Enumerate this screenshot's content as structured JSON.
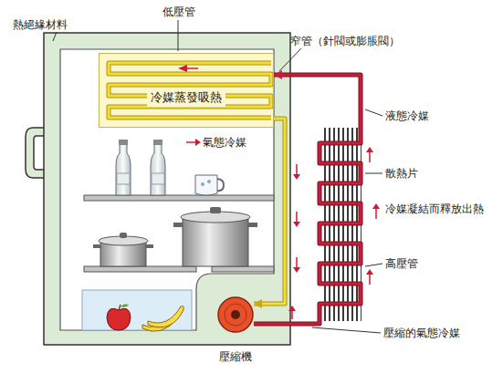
{
  "diagram": {
    "nodes": [
      {
        "text": [
          "冷媒蒸發吸熱"
        ]
      },
      {
        "text": [
          "壓縮機"
        ]
      }
    ],
    "edges": [
      {
        "from": 0,
        "to": 1,
        "arrow": "to"
      },
      {
        "from": 1,
        "to": 0,
        "arrow": "to"
      }
    ],
    "labels": [
      "熱絕緣材料",
      "低壓管",
      "窄管（針閥或膨脹閥）",
      "液態冷媒",
      "氣態冷媒",
      "散熱片",
      "冷媒凝結而釋放出熱",
      "高壓管",
      "壓縮的氣態冷媒"
    ]
  }
}
